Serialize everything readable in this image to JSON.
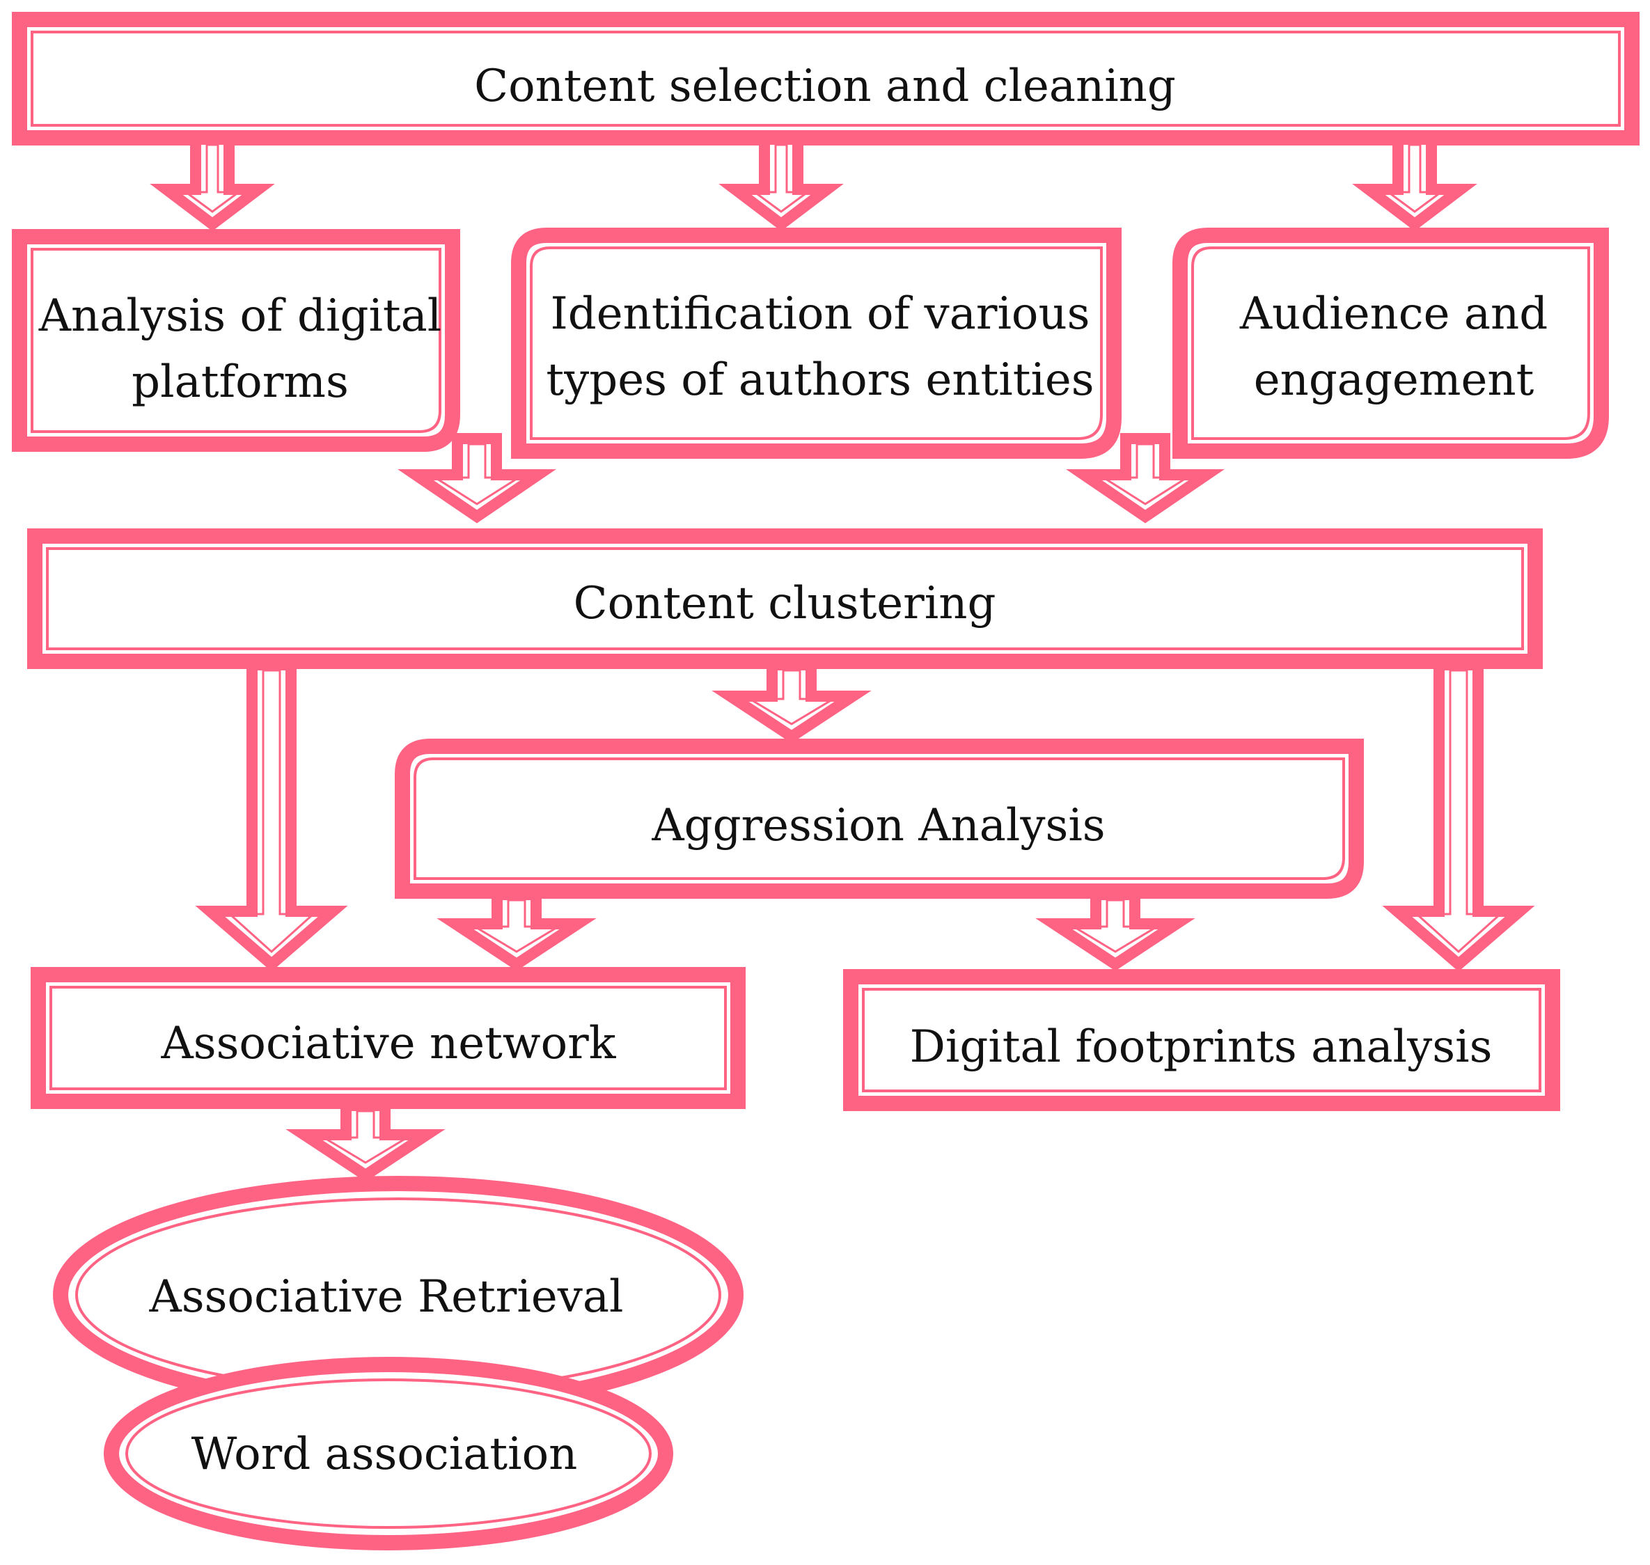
{
  "colors": {
    "stroke": "#ff6384",
    "fill": "#ffffff",
    "text": "#111111"
  },
  "nodes": {
    "content_selection": "Content selection and cleaning",
    "digital_platforms": [
      "Analysis of digital",
      "platforms"
    ],
    "author_entities": [
      "Identification of various",
      "types of authors entities"
    ],
    "audience": [
      "Audience and",
      "engagement"
    ],
    "content_clustering": "Content clustering",
    "aggression_analysis": "Aggression Analysis",
    "associative_network": "Associative network",
    "digital_footprints": "Digital footprints analysis",
    "associative_retrieval": "Associative Retrieval",
    "word_association": "Word association"
  }
}
